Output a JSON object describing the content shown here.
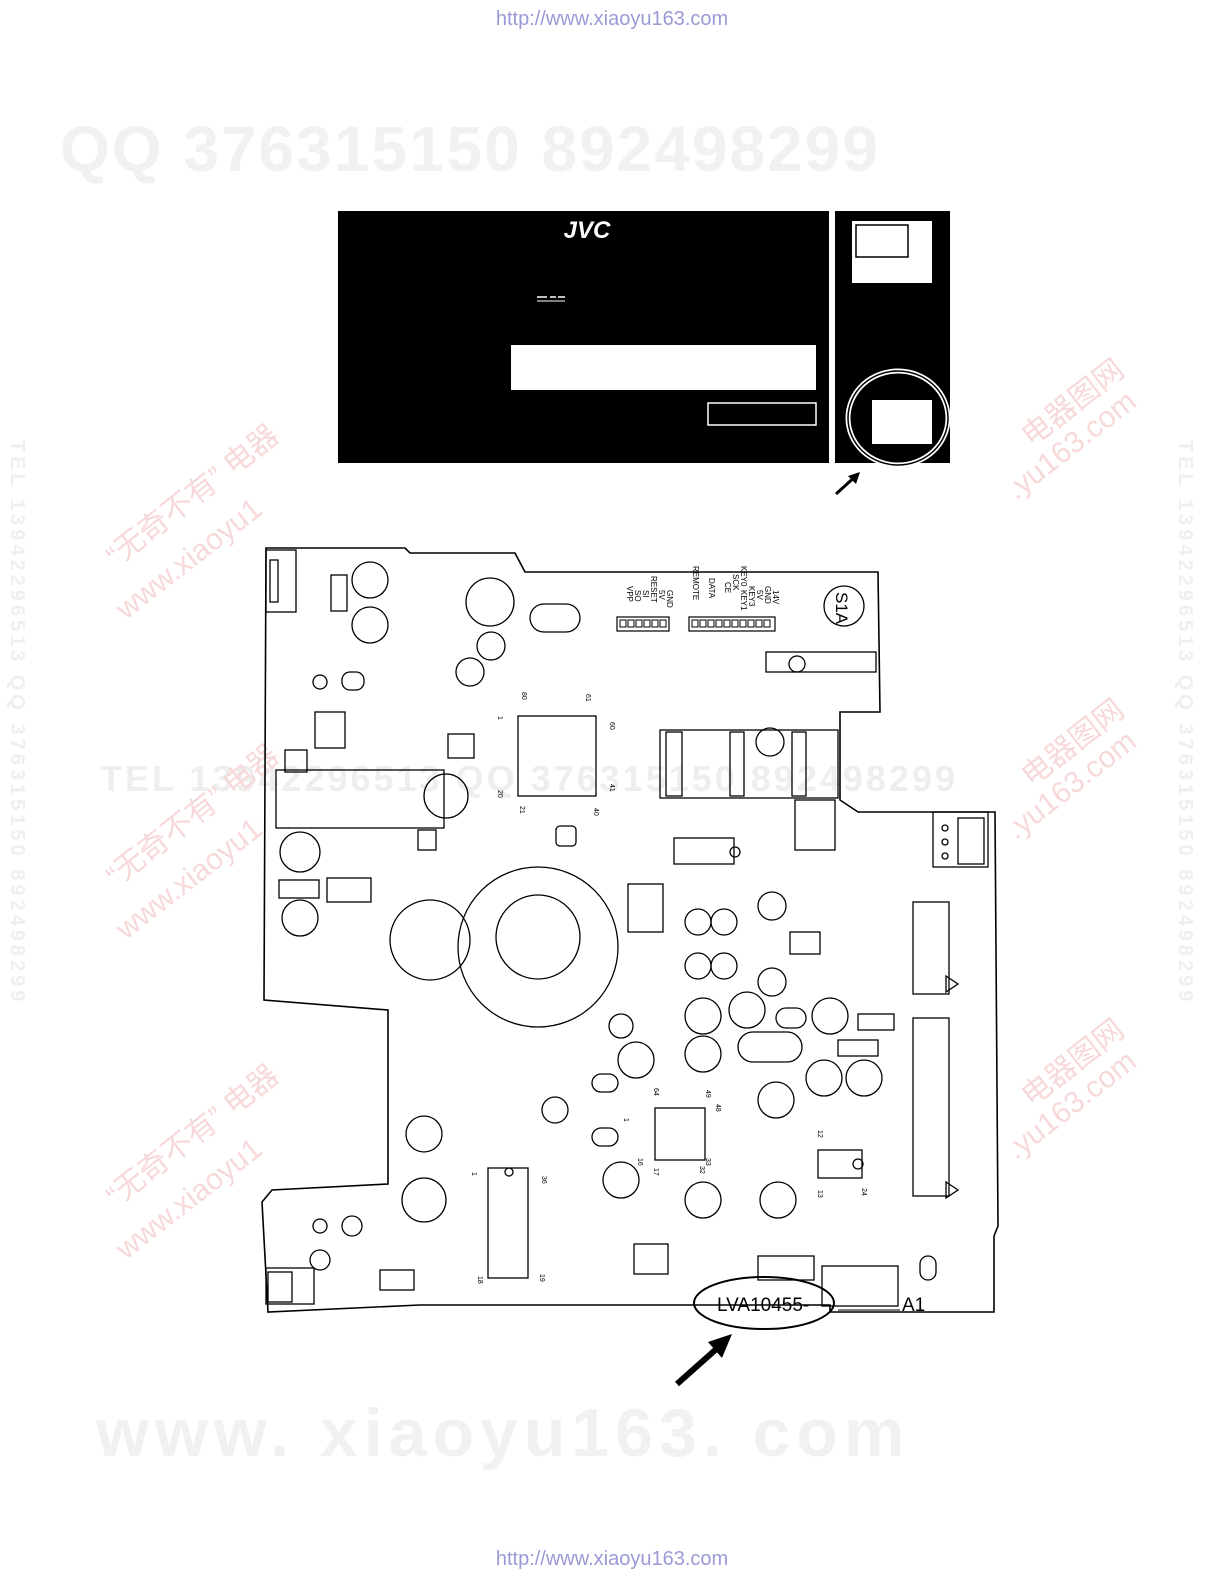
{
  "page": {
    "url_top": "http://www.xiaoyu163.com",
    "url_bottom": "http://www.xiaoyu163.com"
  },
  "watermarks": {
    "qq": "QQ 376315150   892498299",
    "tel": "TEL 13942296513   QQ 376315150  892498299",
    "www": "www. xiaoyu163. com",
    "left_cn": "“无奇不有” 电器",
    "left_web": "www.xiaoyu1",
    "right_cn": "电器图网",
    "right_web": ".yu163.com",
    "side_left": "TEL 13942296513 QQ 376315150 892498299",
    "side_right": "TEL 13942296513 QQ 376315150 892498299"
  },
  "front_panel": {
    "brand": "JVC"
  },
  "board": {
    "ref": "S1A",
    "part_number": "LVA10455-",
    "rev_label": "A1",
    "connector_left_labels": [
      "GND",
      "5V",
      "RESET",
      "SI",
      "SO",
      "VPP"
    ],
    "connector_right_labels": [
      "14V",
      "GND",
      "5V",
      "KEY3",
      "KEY0",
      "SCK",
      "KEY1",
      "CE",
      "DATA",
      "REMOTE"
    ],
    "pin_labels": [
      "80",
      "61",
      "60",
      "41",
      "40",
      "21",
      "20",
      "1",
      "64",
      "49",
      "48",
      "33",
      "32",
      "17",
      "16",
      "12",
      "13",
      "24",
      "36",
      "1",
      "18",
      "19",
      "1"
    ]
  },
  "colors": {
    "ink": "#000000",
    "paper": "#ffffff",
    "url": "#9a9ad6",
    "watermark": "#f1f1f1"
  }
}
